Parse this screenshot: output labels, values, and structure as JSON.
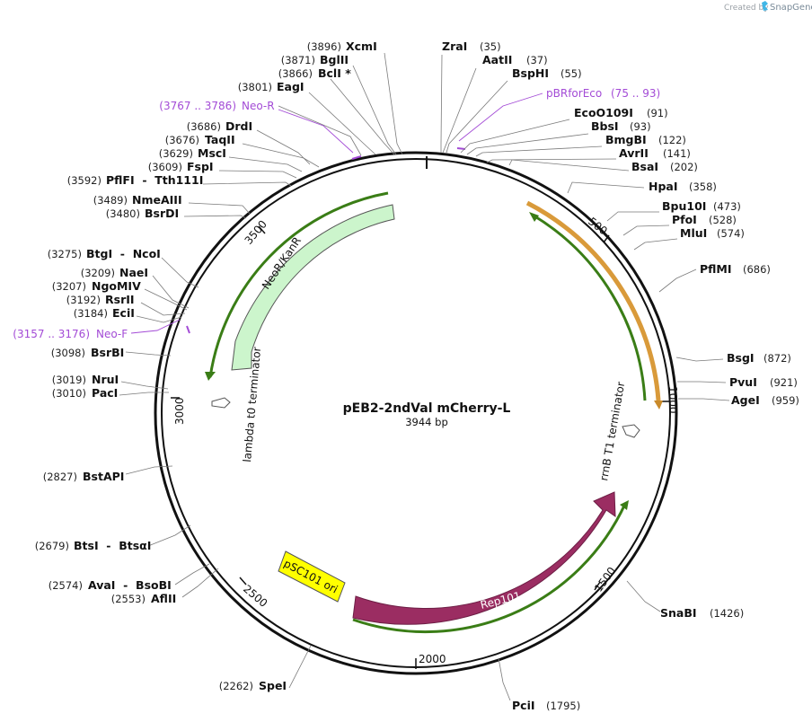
{
  "header": {
    "created_by": "Created by",
    "brand": "SnapGene"
  },
  "plasmid": {
    "name": "pEB2-2ndVal mCherry-L",
    "length": "3944 bp",
    "total_bp": 3944
  },
  "ticks": [
    "500",
    "1000",
    "1500",
    "2000",
    "2500",
    "3000",
    "3500"
  ],
  "sites": [
    {
      "name": "XcmI",
      "pos": "(3896)"
    },
    {
      "name": "BglII",
      "pos": "(3871)"
    },
    {
      "name": "BclI *",
      "pos": "(3866)"
    },
    {
      "name": "EagI",
      "pos": "(3801)"
    },
    {
      "name": "DrdI",
      "pos": "(3686)"
    },
    {
      "name": "TaqII",
      "pos": "(3676)"
    },
    {
      "name": "MscI",
      "pos": "(3629)"
    },
    {
      "name": "FspI",
      "pos": "(3609)"
    },
    {
      "name": "PflFI  -  Tth111I",
      "pos": "(3592)"
    },
    {
      "name": "NmeAIII",
      "pos": "(3489)"
    },
    {
      "name": "BsrDI",
      "pos": "(3480)"
    },
    {
      "name": "BtgI  -  NcoI",
      "pos": "(3275)"
    },
    {
      "name": "NaeI",
      "pos": "(3209)"
    },
    {
      "name": "NgoMIV",
      "pos": "(3207)"
    },
    {
      "name": "RsrII",
      "pos": "(3192)"
    },
    {
      "name": "EciI",
      "pos": "(3184)"
    },
    {
      "name": "BsrBI",
      "pos": "(3098)"
    },
    {
      "name": "NruI",
      "pos": "(3019)"
    },
    {
      "name": "PacI",
      "pos": "(3010)"
    },
    {
      "name": "BstAPI",
      "pos": "(2827)"
    },
    {
      "name": "BtsI  -  BtsαI",
      "pos": "(2679)"
    },
    {
      "name": "AvaI  -  BsoBI",
      "pos": "(2574)"
    },
    {
      "name": "AflII",
      "pos": "(2553)"
    },
    {
      "name": "SpeI",
      "pos": "(2262)"
    },
    {
      "name": "ZraI",
      "pos": "(35)"
    },
    {
      "name": "AatII",
      "pos": "(37)"
    },
    {
      "name": "BspHI",
      "pos": "(55)"
    },
    {
      "name": "EcoO109I",
      "pos": "(91)"
    },
    {
      "name": "BbsI",
      "pos": "(93)"
    },
    {
      "name": "BmgBI",
      "pos": "(122)"
    },
    {
      "name": "AvrII",
      "pos": "(141)"
    },
    {
      "name": "BsaI",
      "pos": "(202)"
    },
    {
      "name": "HpaI",
      "pos": "(358)"
    },
    {
      "name": "Bpu10I",
      "pos": "(473)"
    },
    {
      "name": "PfoI",
      "pos": "(528)"
    },
    {
      "name": "MluI",
      "pos": "(574)"
    },
    {
      "name": "PflMI",
      "pos": "(686)"
    },
    {
      "name": "BsgI",
      "pos": "(872)"
    },
    {
      "name": "PvuI",
      "pos": "(921)"
    },
    {
      "name": "AgeI",
      "pos": "(959)"
    },
    {
      "name": "SnaBI",
      "pos": "(1426)"
    },
    {
      "name": "PciI",
      "pos": "(1795)"
    }
  ],
  "primers": [
    {
      "name": "Neo-R",
      "range": "(3767 .. 3786)"
    },
    {
      "name": "Neo-F",
      "range": "(3157 .. 3176)"
    },
    {
      "name": "pBRforEco",
      "range": "(75 .. 93)"
    }
  ],
  "features": {
    "neo": "NeoR/KanR",
    "rep": "Rep101",
    "ori": "pSC101 ori",
    "lambda": "lambda t0 terminator",
    "rrnb": "rrnB T1 terminator"
  },
  "colors": {
    "neo": "#ccf5cc",
    "rep": "#9b2d62",
    "ori": "#ffff00",
    "primer": "#a34bd6",
    "green_arrow": "#3a7d16",
    "orange_arrow": "#c98a2a"
  }
}
